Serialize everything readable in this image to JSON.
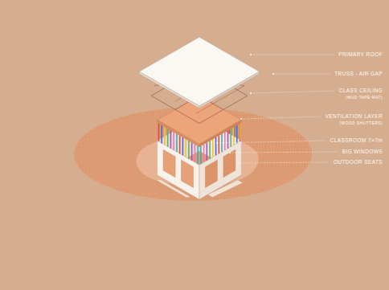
{
  "diagram": {
    "labels": [
      "PRIMARY ROOF",
      "TRUSS - AIR GAP",
      "CLASS CEILING",
      "(MUD TAPE MAT)",
      "VENTILATION LAYER",
      "(WOOD SHUTTERS)",
      "CLASSROOM 7×7m",
      "BIG WINDOWS",
      "OUTDOOR SEATS"
    ]
  }
}
